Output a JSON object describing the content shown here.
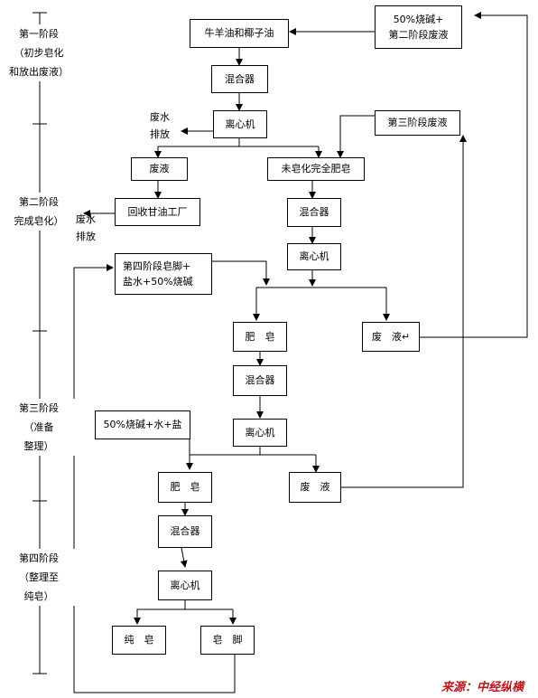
{
  "stages": [
    {
      "lines": [
        "第一阶段",
        "（初步皂化",
        "和放出废液）"
      ]
    },
    {
      "lines": [
        "第二阶段",
        "完成皂化）"
      ]
    },
    {
      "lines": [
        "第三阶段",
        "（准备",
        "整理）"
      ]
    },
    {
      "lines": [
        "第四阶段",
        "（整理至",
        "纯皂）"
      ]
    }
  ],
  "boxes": {
    "tallow_coconut": "牛羊油和椰子油",
    "caustic_waste2": [
      "50%烧碱+",
      "第二阶段废液"
    ],
    "mixer1": "混合器",
    "centrifuge1": "离心机",
    "waste3": "第三阶段废液",
    "waste_liquid1": "废液",
    "unsaponified_soap": "未皂化完全肥皂",
    "glycerin_plant": "回收甘油工厂",
    "mixer2": "混合器",
    "centrifuge2": "离心机",
    "stage4_input": [
      "第四阶段皂脚+",
      "盐水+50%烧碱"
    ],
    "soap2": "肥　皂",
    "waste_liquid2": "废　液↵",
    "mixer3": "混合器",
    "centrifuge3": "离心机",
    "caustic_water_salt": "50%烧碱+水+盐",
    "soap3": "肥　皂",
    "waste_liquid3": "废　液",
    "mixer4": "混合器",
    "centrifuge4": "离心机",
    "pure_soap": "纯　皂",
    "soap_foot": "皂　脚"
  },
  "labels": {
    "discharge1": [
      "废水",
      "排放"
    ],
    "discharge2": [
      "废水",
      "排放"
    ]
  },
  "source": "来源：中经纵横",
  "colors": {
    "line": "#000000",
    "source": "#c0141b",
    "squiggle": "#2e9e2e"
  }
}
